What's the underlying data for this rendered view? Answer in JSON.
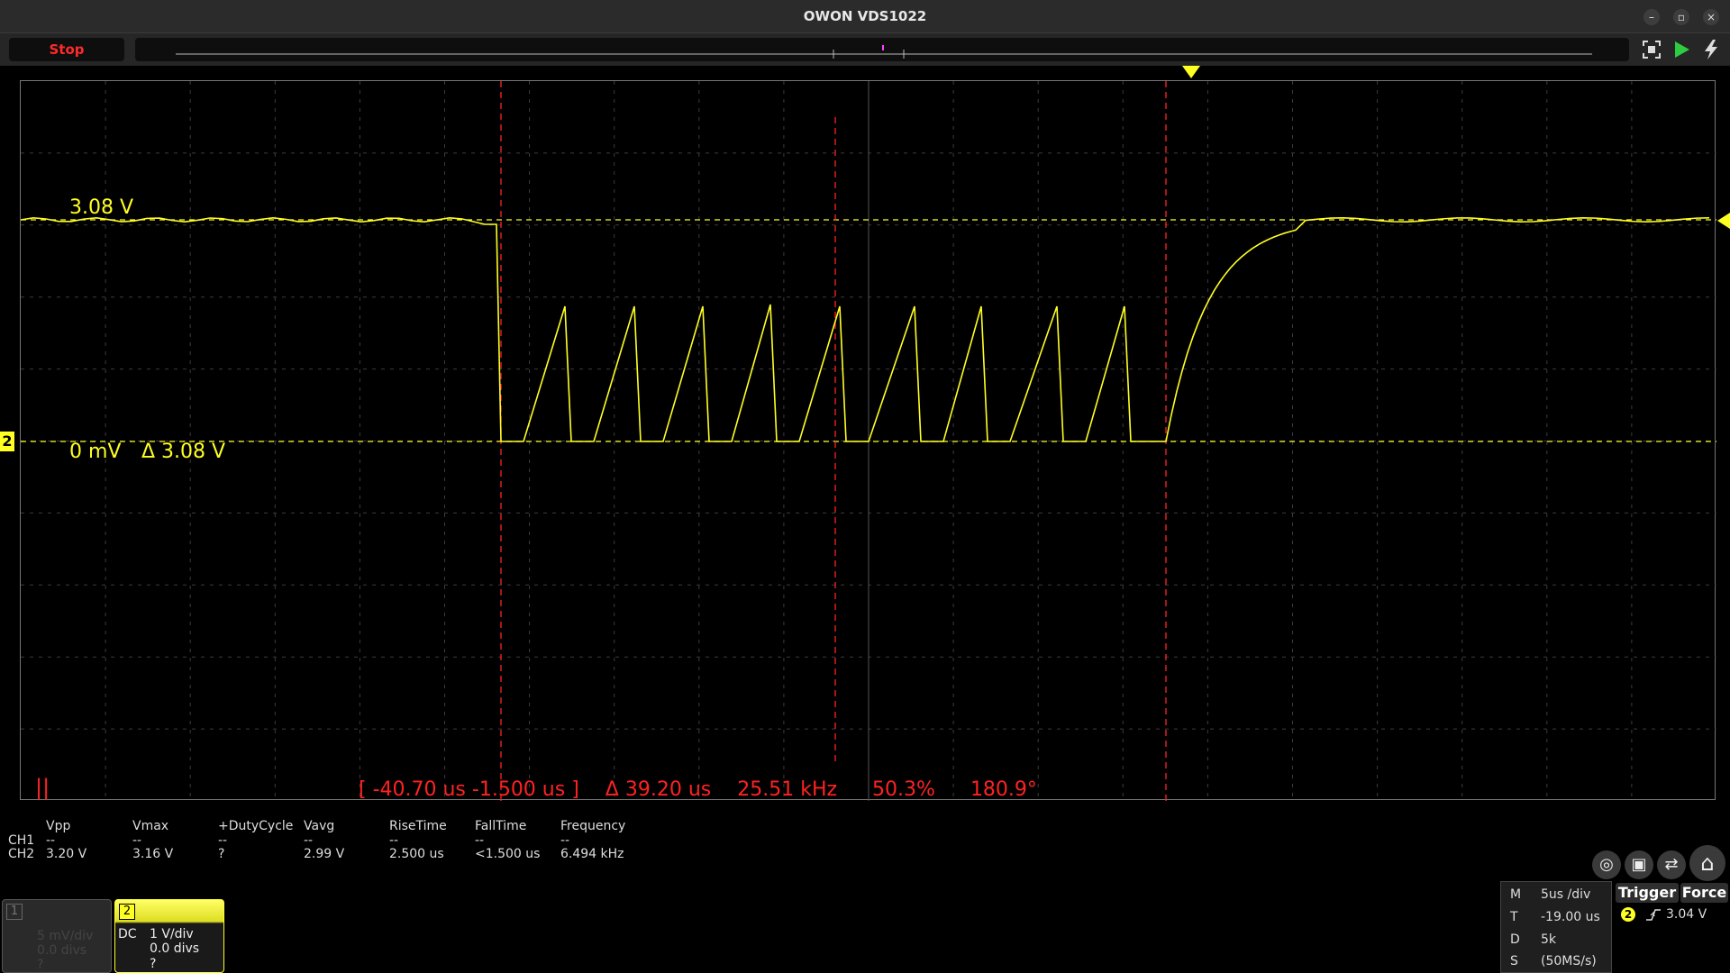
{
  "window": {
    "title": "OWON VDS1022",
    "minimize_icon": "minimize-icon",
    "restore_icon": "restore-icon",
    "close_icon": "close-icon"
  },
  "toolbar": {
    "stop_label": "Stop",
    "icons": [
      "fullscreen-icon",
      "run-icon",
      "autoset-icon"
    ]
  },
  "colors": {
    "trace": "#ffff22",
    "cursor": "#ff2222",
    "background": "#000000",
    "stop": "#ff2a2a"
  },
  "scope": {
    "level_high_label": "3.08 V",
    "level_low_label": "0 mV",
    "delta_label": "Δ 3.08 V",
    "channel_marker": "2",
    "pause_marker": "||"
  },
  "cursor_info": {
    "range": "[ -40.70 us  -1.500 us ]",
    "delta_t": "Δ 39.20 us",
    "freq": "25.51 kHz",
    "duty": "50.3%",
    "phase": "180.9°"
  },
  "measurements": {
    "headers": [
      "Vpp",
      "Vmax",
      "+DutyCycle",
      "Vavg",
      "RiseTime",
      "FallTime",
      "Frequency"
    ],
    "rows": [
      {
        "channel": "CH1",
        "values": [
          "--",
          "--",
          "--",
          "--",
          "--",
          "--",
          "--"
        ]
      },
      {
        "channel": "CH2",
        "values": [
          "3.20 V",
          "3.16 V",
          "?",
          "2.99 V",
          "2.500 us",
          "<1.500 us",
          "6.494 kHz"
        ]
      }
    ]
  },
  "channels": [
    {
      "number": "1",
      "coupling": "",
      "vdiv": "5 mV/div",
      "offset": "0.0 divs",
      "extra": "?"
    },
    {
      "number": "2",
      "coupling": "DC",
      "vdiv": "1 V/div",
      "offset": "0.0 divs",
      "extra": "?"
    }
  ],
  "timebase": {
    "rows": [
      {
        "key": "M",
        "value": "5us /div"
      },
      {
        "key": "T",
        "value": "-19.00 us"
      },
      {
        "key": "D",
        "value": "5k"
      },
      {
        "key": "S",
        "value": "(50MS/s)"
      }
    ]
  },
  "trigger": {
    "label": "Trigger",
    "force_label": "Force",
    "channel": "2",
    "level": "3.04 V"
  },
  "right_icons": [
    "persistence-icon",
    "save-icon",
    "export-icon",
    "home-icon"
  ]
}
